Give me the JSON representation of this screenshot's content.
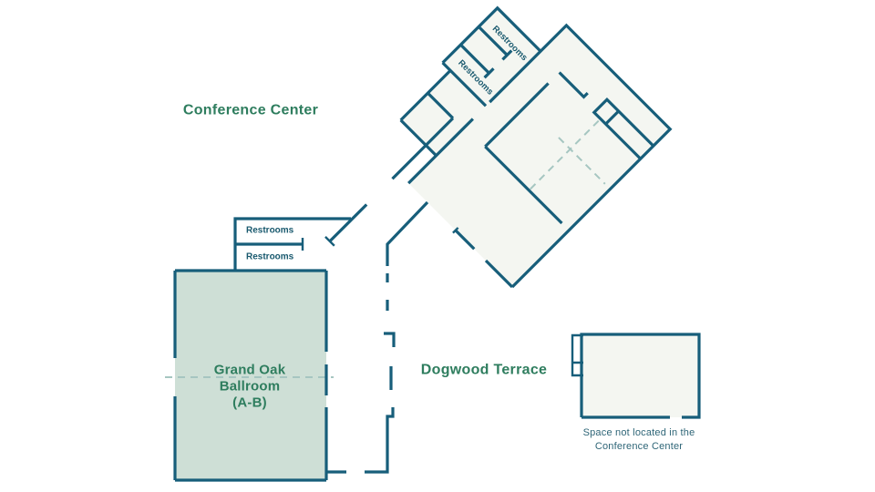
{
  "title": "Conference Center",
  "areas": {
    "ballroom": {
      "line1": "Grand Oak",
      "line2": "Ballroom",
      "line3": "(A-B)"
    },
    "terrace": "Dogwood Terrace",
    "restrooms_upper": "Restrooms",
    "restrooms_lower": "Restrooms",
    "restrooms_wing_1": "Restrooms",
    "restrooms_wing_2": "Restrooms",
    "note_line1": "Space not located in the",
    "note_line2": "Conference Center"
  },
  "colors": {
    "wall": "#175e7a",
    "green-text": "#2e7d5e",
    "teal-text": "#19596e",
    "note-text": "#2e6577",
    "ballroom-fill": "#cedfd6",
    "room-fill": "#f4f6f1",
    "dash": "#a6c6c1",
    "background": "#ffffff"
  }
}
